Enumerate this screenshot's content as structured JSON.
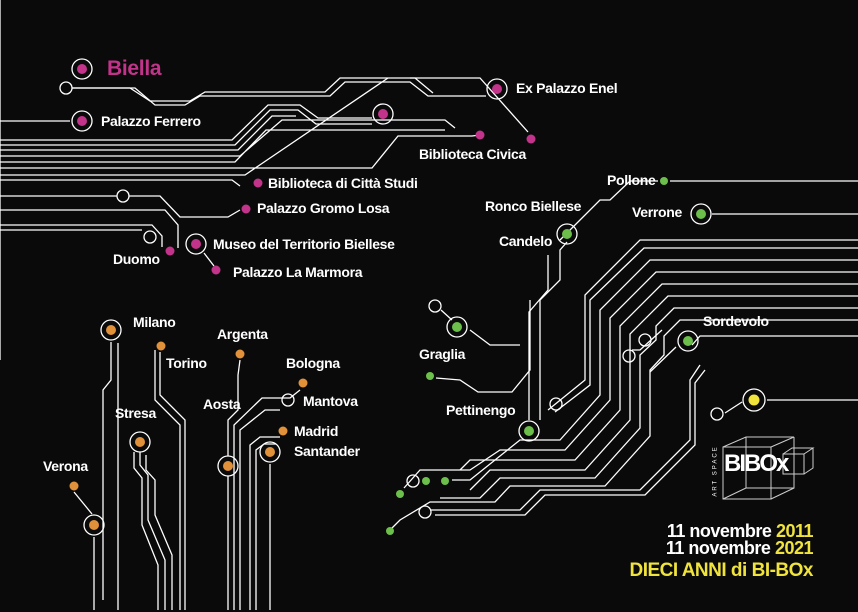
{
  "title": "Biella",
  "colors": {
    "biella": "#c2338a",
    "italy": "#e0913a",
    "province": "#6cbf4a",
    "bibox": "#f0e33c",
    "line": "#ffffff",
    "background": "#0a0a0a"
  },
  "biella_places": [
    "Ex Palazzo Enel",
    "Palazzo Ferrero",
    "Biblioteca Civica",
    "Biblioteca di Città Studi",
    "Palazzo Gromo Losa",
    "Museo del Territorio Biellese",
    "Duomo",
    "Palazzo La Marmora"
  ],
  "italy_places": [
    "Milano",
    "Torino",
    "Argenta",
    "Bologna",
    "Aosta",
    "Mantova",
    "Madrid",
    "Santander",
    "Stresa",
    "Verona"
  ],
  "province_places": [
    "Pollone",
    "Ronco Biellese",
    "Verrone",
    "Candelo",
    "Graglia",
    "Sordevolo",
    "Pettinengo"
  ],
  "logo": {
    "name": "BIBOx",
    "tag": "ART SPACE"
  },
  "dates": {
    "line1_prefix": "11 novembre ",
    "line1_year": "2011",
    "line2_prefix": "11 novembre ",
    "line2_year": "2021",
    "headline": "DIECI ANNI di BI-BOx"
  }
}
